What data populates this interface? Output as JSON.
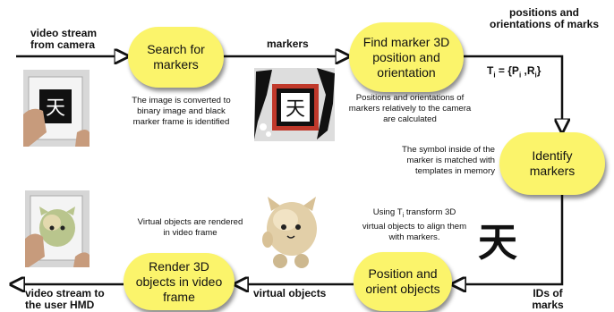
{
  "nodes": {
    "search": "Search for markers",
    "find": "Find marker 3D position and orientation",
    "identify": "Identify markers",
    "position": "Position and orient objects",
    "render": "Render 3D objects in video frame"
  },
  "labels": {
    "input_stream": "video stream from camera",
    "markers": "markers",
    "positions": "positions and orientations of marks",
    "formula": "Ti = {Pi ,Ri}",
    "ids": "IDs of marks",
    "virtual_objects": "virtual objects",
    "output_stream": "video stream to the user HMD"
  },
  "notes": {
    "binary": "The image is converted to binary image and black marker frame is identified",
    "calc": "Positions and orientations of markers relatively to the camera are calculated",
    "match": "The symbol inside of the marker is matched with templates in memory",
    "transform": "Using Ti transform 3D virtual objects to align them with markers.",
    "rendered": "Virtual objects are rendered in video frame"
  },
  "symbol": "天",
  "colors": {
    "pill": "#fbf46b"
  }
}
